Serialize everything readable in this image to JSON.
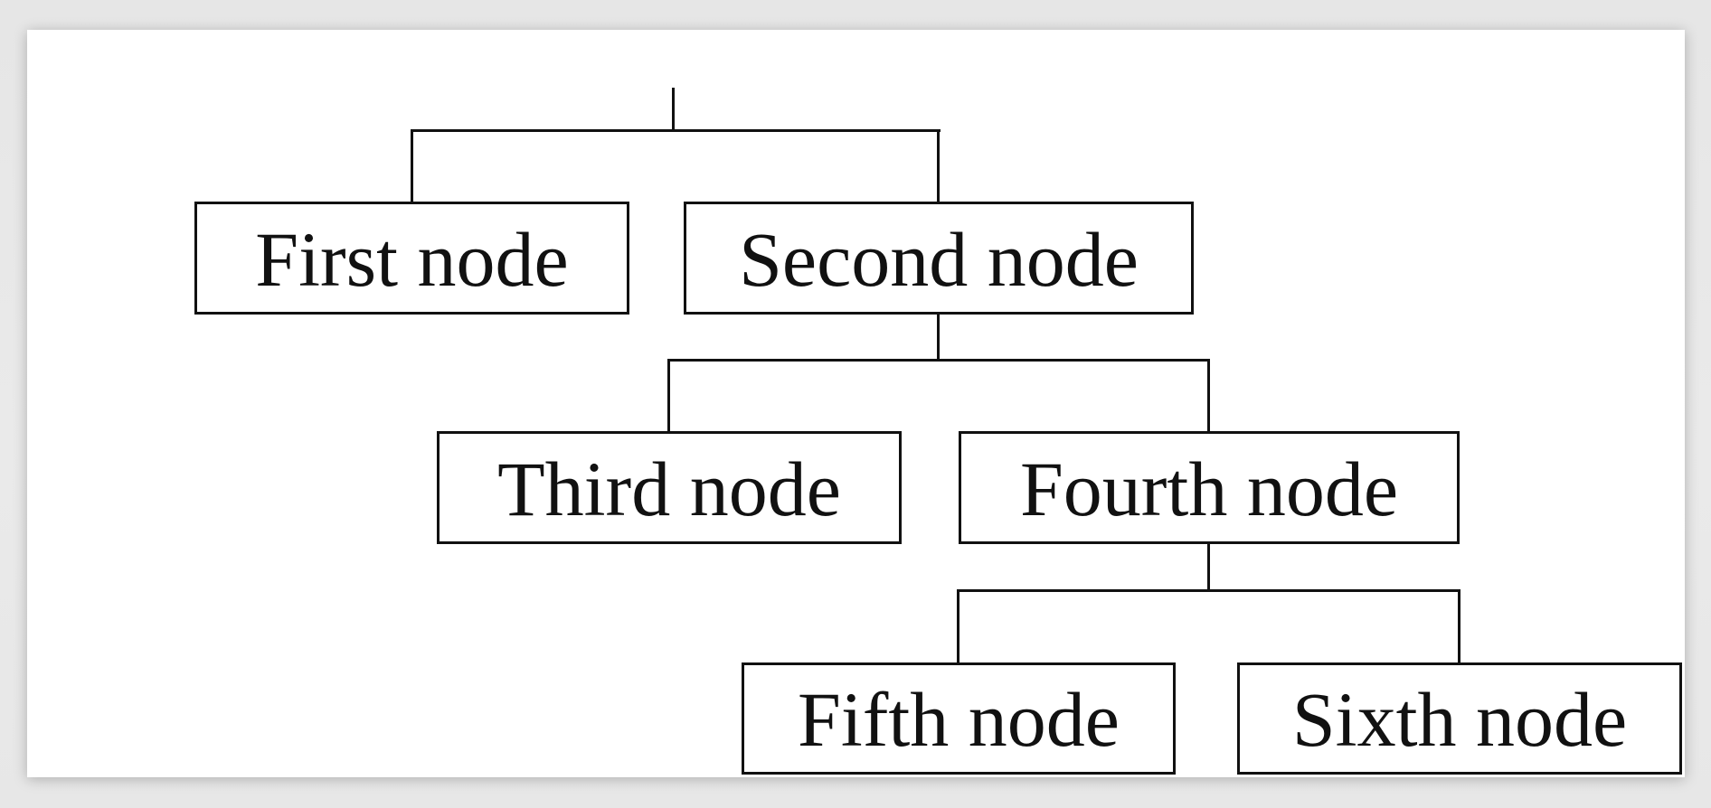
{
  "diagram": {
    "type": "tree",
    "colors": {
      "background": "#e8e8e8",
      "page": "#ffffff",
      "line": "#111111",
      "text": "#111111"
    },
    "nodes": [
      {
        "id": "first",
        "label": "First node",
        "parent": "root",
        "level": 1
      },
      {
        "id": "second",
        "label": "Second node",
        "parent": "root",
        "level": 1
      },
      {
        "id": "third",
        "label": "Third node",
        "parent": "second",
        "level": 2
      },
      {
        "id": "fourth",
        "label": "Fourth node",
        "parent": "second",
        "level": 2
      },
      {
        "id": "fifth",
        "label": "Fifth node",
        "parent": "fourth",
        "level": 3
      },
      {
        "id": "sixth",
        "label": "Sixth node",
        "parent": "fourth",
        "level": 3
      }
    ]
  }
}
